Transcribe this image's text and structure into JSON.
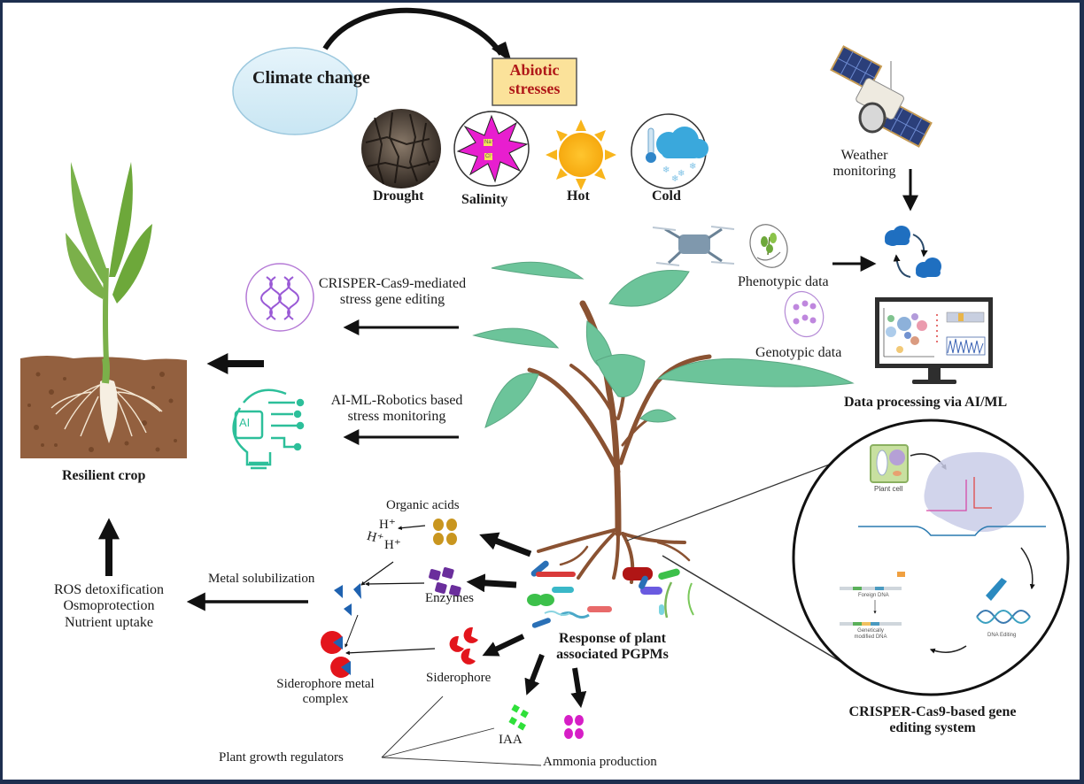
{
  "top": {
    "climate_change": "Climate change",
    "abiotic_stresses": "Abiotic stresses",
    "stresses": [
      {
        "label": "Drought",
        "icon": "cracked-soil-icon"
      },
      {
        "label": "Salinity",
        "icon": "salt-burst-icon",
        "ions": [
          "Na⁺",
          "Cl⁻"
        ]
      },
      {
        "label": "Hot",
        "icon": "sun-icon"
      },
      {
        "label": "Cold",
        "icon": "snow-cloud-icon"
      }
    ]
  },
  "right": {
    "weather_monitoring": "Weather monitoring",
    "phenotypic_data": "Phenotypic data",
    "genotypic_data": "Genotypic data",
    "data_processing": "Data processing via AI/ML"
  },
  "left": {
    "crispr_mediated": "CRISPER-Cas9-mediated stress gene editing",
    "ai_ml": "AI-ML-Robotics based stress monitoring",
    "ai_chip_text": "AI",
    "resilient_crop": "Resilient crop",
    "benefits": [
      "ROS detoxification",
      "Osmoprotection",
      "Nutrient uptake"
    ]
  },
  "bottom": {
    "organic_acids": "Organic acids",
    "protons": [
      "H⁺",
      "H⁺",
      "H⁺"
    ],
    "metal_solubilization": "Metal solubilization",
    "enzymes": "Enzymes",
    "siderophore_metal_complex": "Siderophore metal complex",
    "siderophore": "Siderophore",
    "iaa": "IAA",
    "ammonia_production": "Ammonia production",
    "plant_growth_regulators": "Plant growth regulators",
    "response_pgpms": "Response of plant associated PGPMs"
  },
  "crispr_system": {
    "plant_cell": "Plant cell",
    "foreign_dna": "Foreign DNA",
    "genetically_modified_dna": "Genetically modified DNA",
    "dna_editing": "DNA Editing",
    "caption": "CRISPER-Cas9-based gene editing system"
  },
  "colors": {
    "frame": "#1e2f4f",
    "abiotic_box_fill": "#fbe29a",
    "abiotic_text": "#b01818",
    "climate_ellipse": "#d6ecf6",
    "leaf_green": "#6cc49a",
    "stem_brown": "#8a5232",
    "soil_brown": "#93603f",
    "organic_acid": "#c9961f",
    "enzyme": "#6a2e9c",
    "siderophore": "#e3151c",
    "metal_triangle": "#1f62b0",
    "iaa": "#2fe03a",
    "ammonia": "#d61ec6",
    "ai_teal": "#2dbf9a",
    "dna_purple": "#9a5ad6"
  }
}
